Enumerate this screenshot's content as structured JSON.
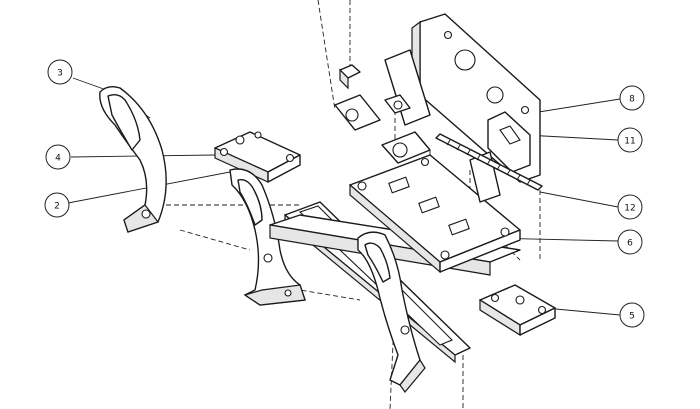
{
  "callouts": [
    {
      "id": "c3",
      "label": "3"
    },
    {
      "id": "c4",
      "label": "4"
    },
    {
      "id": "c2",
      "label": "2"
    },
    {
      "id": "c8",
      "label": "8"
    },
    {
      "id": "c11",
      "label": "11"
    },
    {
      "id": "c12",
      "label": "12"
    },
    {
      "id": "c6",
      "label": "6"
    },
    {
      "id": "c5",
      "label": "5"
    }
  ]
}
